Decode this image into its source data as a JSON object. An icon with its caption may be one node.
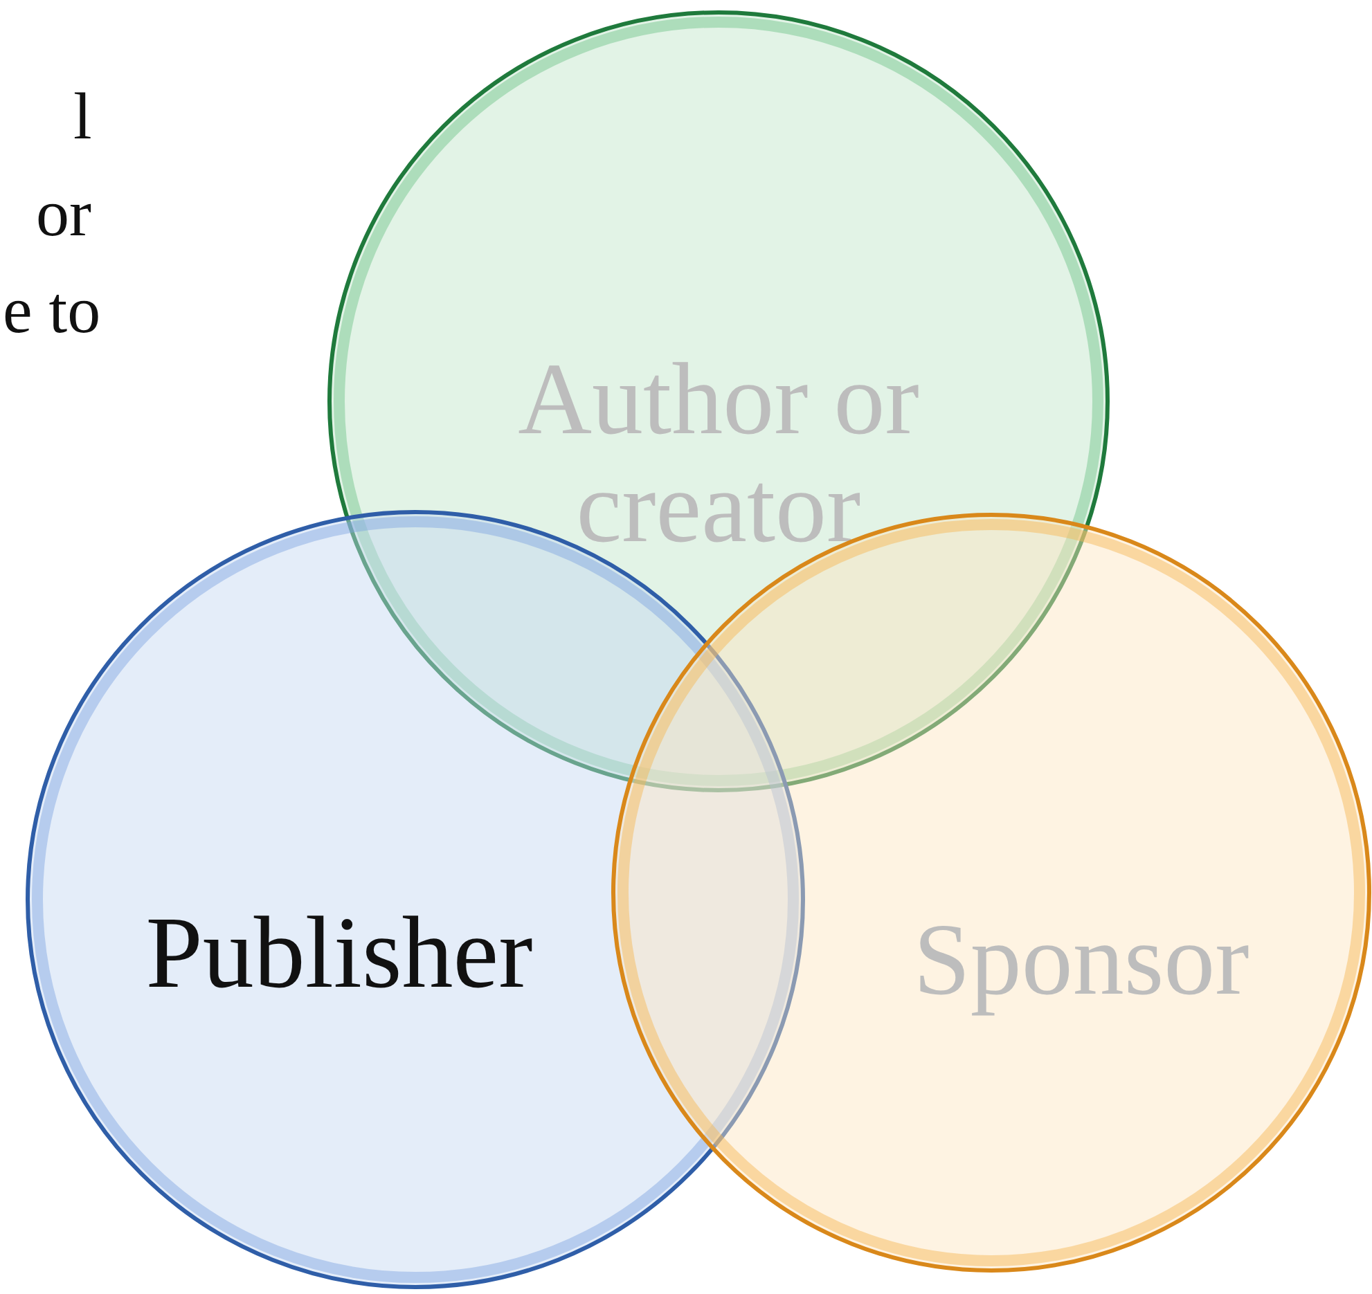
{
  "diagram": {
    "nodes": [
      {
        "text": [
          "Author or creator"
        ]
      },
      {
        "text": [
          "Publisher"
        ]
      },
      {
        "text": [
          "Sponsor"
        ]
      }
    ],
    "labels": [
      "l",
      "or",
      "e to"
    ]
  }
}
